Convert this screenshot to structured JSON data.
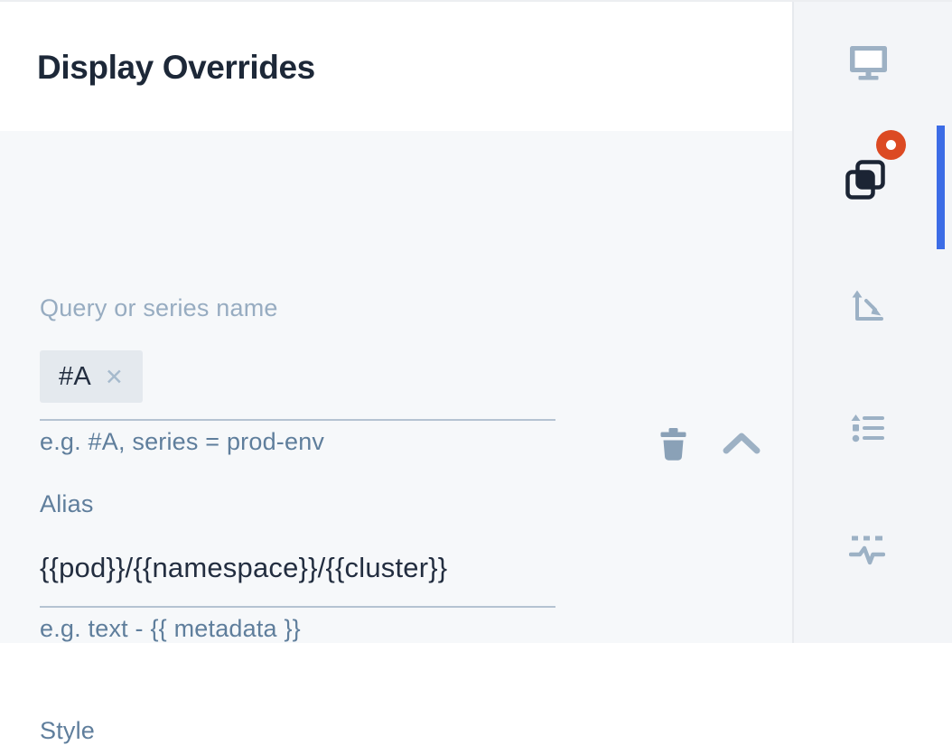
{
  "header": {
    "title": "Display Overrides"
  },
  "override_editor": {
    "query_field": {
      "label": "Query or series name",
      "chip": {
        "text": "#A",
        "remove_glyph": "✕"
      },
      "hint": "e.g. #A, series = prod-env"
    },
    "alias_field": {
      "label": "Alias",
      "value": "{{pod}}/{{namespace}}/{{cluster}}",
      "hint": "e.g. text - {{ metadata }}"
    },
    "style_section": {
      "label": "Style"
    },
    "actions": {
      "delete_icon": "trash-icon",
      "collapse_icon": "chevron-up-icon"
    }
  },
  "toolbar": {
    "items": [
      {
        "name": "display",
        "icon": "monitor-icon",
        "active": false,
        "badge": false
      },
      {
        "name": "overrides",
        "icon": "layers-icon",
        "active": true,
        "badge": true
      },
      {
        "name": "axes",
        "icon": "axes-icon",
        "active": false,
        "badge": false
      },
      {
        "name": "legend",
        "icon": "legend-list-icon",
        "active": false,
        "badge": false
      },
      {
        "name": "thresholds",
        "icon": "threshold-pulse-icon",
        "active": false,
        "badge": false
      }
    ]
  },
  "colors": {
    "title_text": "#1d2838",
    "label_light": "#97acc1",
    "label_slate": "#5f7e9c",
    "value_text": "#232e40",
    "chip_bg": "#e4e9ee",
    "underline": "#b5c3d2",
    "panel_bg": "#f6f8fa",
    "toolbar_bg": "#f3f5f8",
    "icon_gray": "#9cb1c5",
    "icon_dark": "#1b2434",
    "badge_red": "#dc4a23",
    "active_bar_blue": "#3c6ce6",
    "trash_icon": "#8aa1b7"
  }
}
